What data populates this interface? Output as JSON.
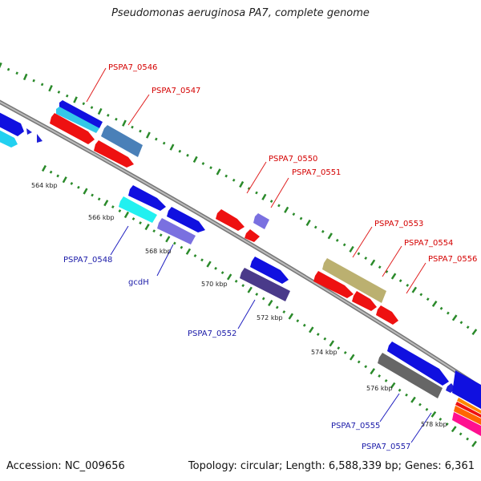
{
  "title": "Pseudomonas aeruginosa PA7, complete genome",
  "footer": {
    "accession": "Accession: NC_009656",
    "topology": "Topology: circular; Length: 6,588,339 bp; Genes: 6,361"
  },
  "colors": {
    "backbone": "#888888",
    "tick": "#2a8a2a",
    "top_label": "#d40000",
    "bottom_label": "#1a1aa8"
  },
  "ticks": [
    {
      "label": "564 kbp"
    },
    {
      "label": "566 kbp"
    },
    {
      "label": "568 kbp"
    },
    {
      "label": "570 kbp"
    },
    {
      "label": "572 kbp"
    },
    {
      "label": "574 kbp"
    },
    {
      "label": "576 kbp"
    },
    {
      "label": "578 kbp"
    }
  ],
  "gene_labels_top": [
    "PSPA7_0546",
    "PSPA7_0547",
    "PSPA7_0550",
    "PSPA7_0551",
    "PSPA7_0553",
    "PSPA7_0554",
    "PSPA7_0556"
  ],
  "gene_labels_bottom": [
    "PSPA7_0548",
    "gcdH",
    "PSPA7_0552",
    "PSPA7_0555",
    "PSPA7_0557"
  ]
}
